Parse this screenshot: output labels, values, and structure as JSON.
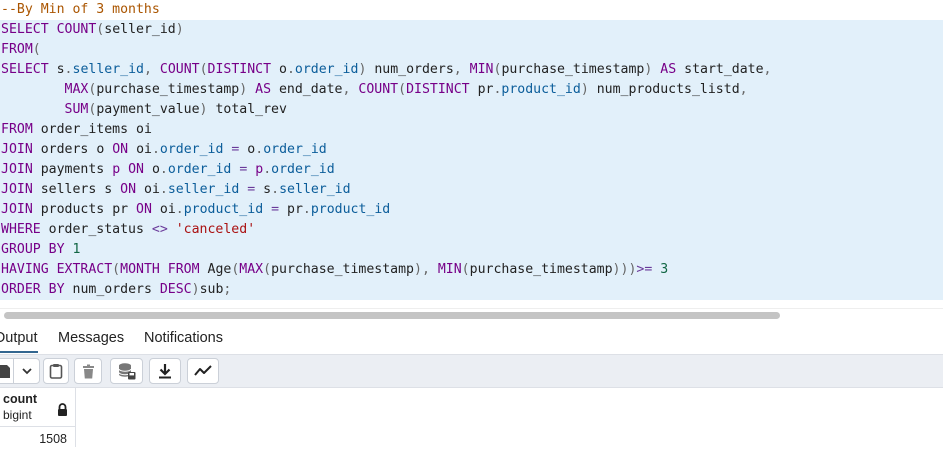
{
  "editor": {
    "lines": [
      "--By Min of 3 months",
      "SELECT COUNT(seller_id)",
      "FROM(",
      "SELECT s.seller_id, COUNT(DISTINCT o.order_id) num_orders, MIN(purchase_timestamp) AS start_date,",
      "        MAX(purchase_timestamp) AS end_date, COUNT(DISTINCT pr.product_id) num_products_listd,",
      "        SUM(payment_value) total_rev",
      "FROM order_items oi",
      "JOIN orders o ON oi.order_id = o.order_id",
      "JOIN payments p ON o.order_id = p.order_id",
      "JOIN sellers s ON oi.seller_id = s.seller_id",
      "JOIN products pr ON oi.product_id = pr.product_id",
      "WHERE order_status <> 'canceled'",
      "GROUP BY 1",
      "HAVING EXTRACT(MONTH FROM Age(MAX(purchase_timestamp), MIN(purchase_timestamp)))>= 3",
      "ORDER BY num_orders DESC)sub;"
    ]
  },
  "tabs": {
    "output": "Output",
    "messages": "Messages",
    "notifications": "Notifications"
  },
  "toolbar": {
    "icons": [
      "copy-icon",
      "chevron-down-icon",
      "paste-icon",
      "delete-icon",
      "save-data-icon",
      "download-icon",
      "graph-icon"
    ]
  },
  "grid": {
    "column": {
      "name": "count",
      "type": "bigint"
    },
    "rows": [
      "1508"
    ]
  },
  "colors": {
    "selection": "#e2f0fa",
    "keyword": "#770088",
    "property": "#0b5d9a",
    "string": "#aa1111",
    "number": "#116644",
    "comment": "#aa5500",
    "tab_active": "#326690"
  }
}
